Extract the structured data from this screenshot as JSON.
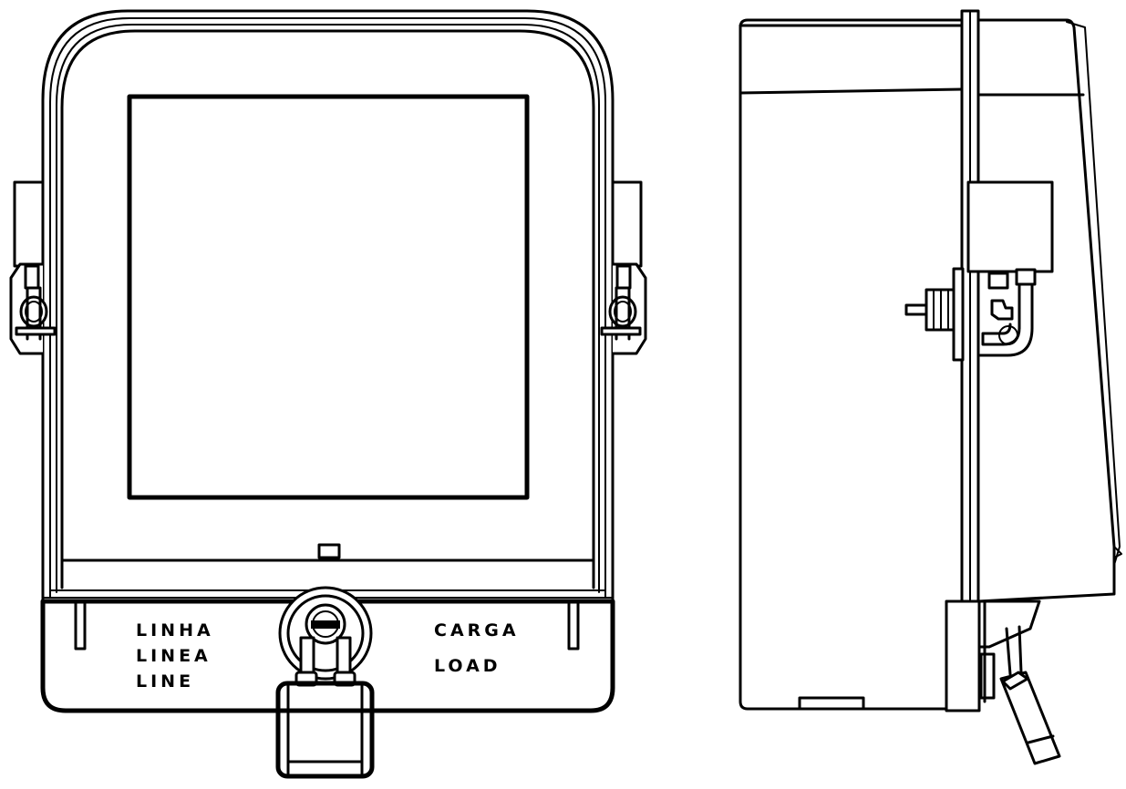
{
  "line_label": [
    "LINHA",
    "LINEA",
    "LINE"
  ],
  "load_label": [
    "CARGA",
    "LOAD"
  ],
  "line_color": "#000000",
  "background": "#ffffff"
}
